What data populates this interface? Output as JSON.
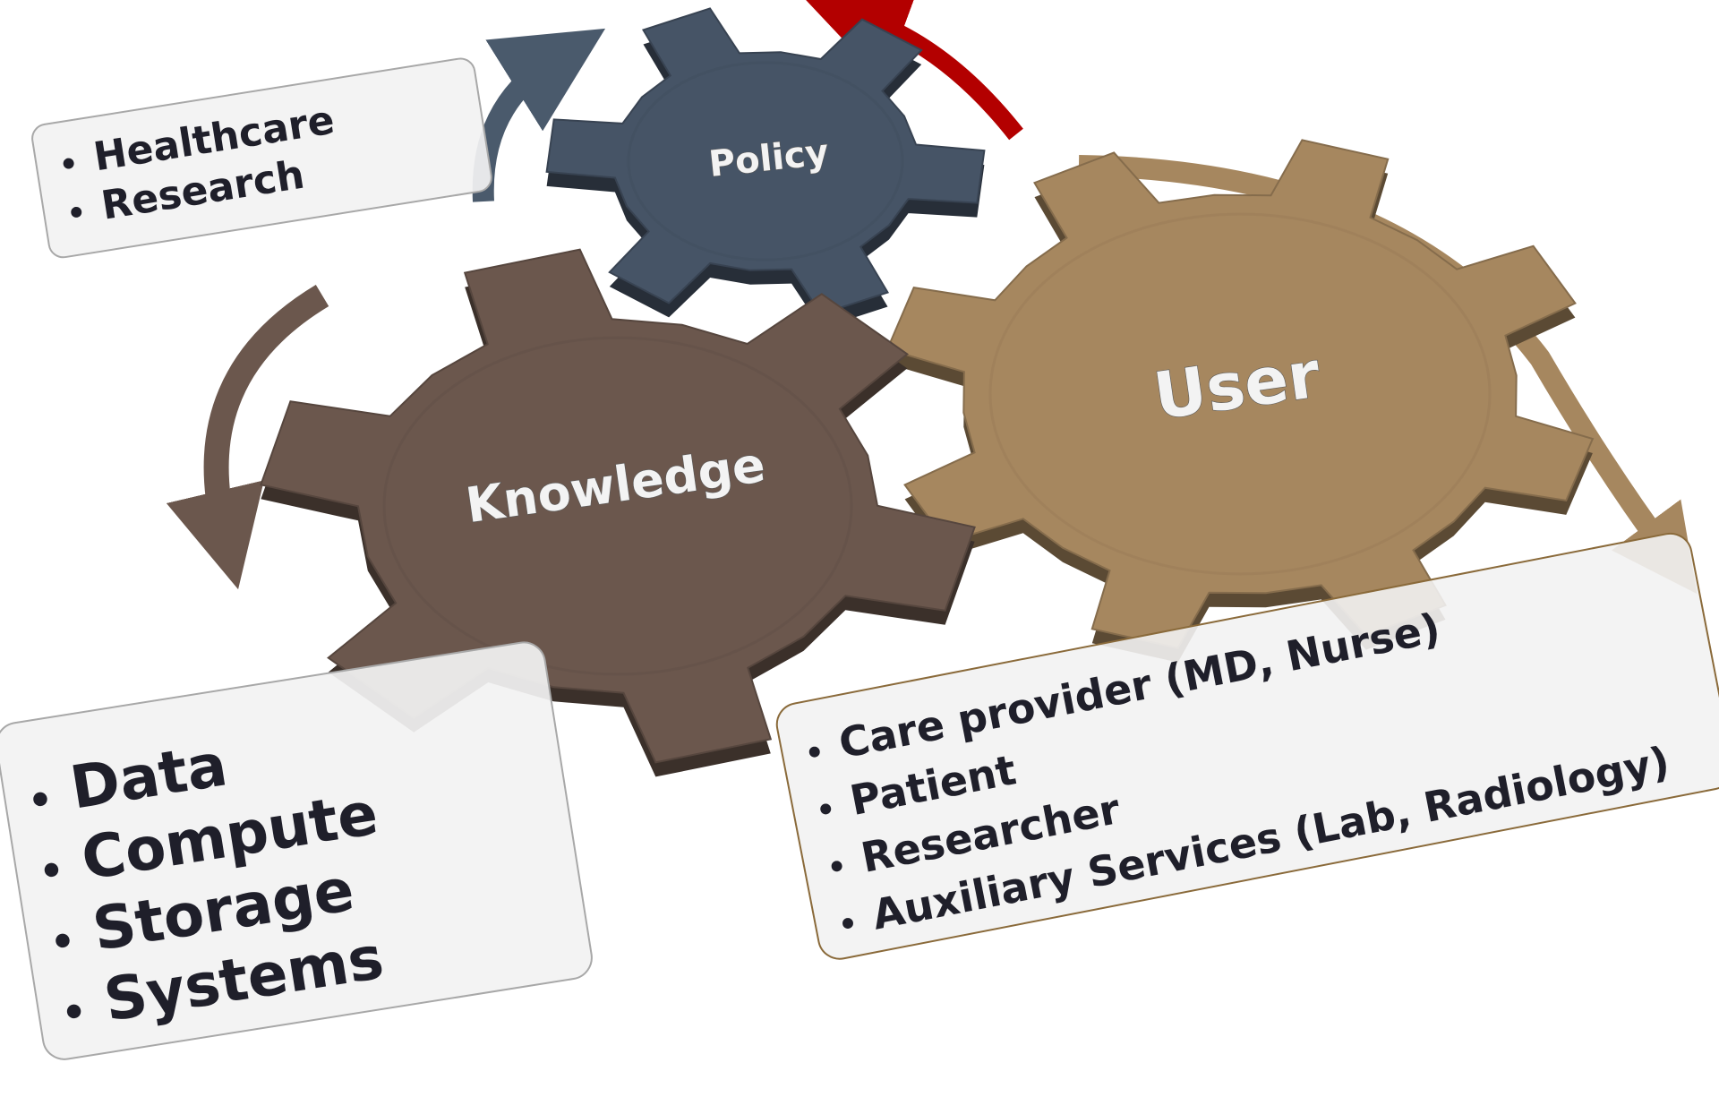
{
  "gears": {
    "policy": {
      "label": "Policy",
      "color": "#465466"
    },
    "knowledge": {
      "label": "Knowledge",
      "color": "#6b574d"
    },
    "user": {
      "label": "User",
      "color": "#a6875f"
    }
  },
  "arrows": {
    "policy_arrow_color": "#b30000",
    "healthcare_arrow_color": "#4a5a6c",
    "knowledge_arrow_color": "#6b574d",
    "user_arrow_color": "#a6875f"
  },
  "boxes": {
    "policy_box": {
      "items": [
        "Healthcare",
        "Research"
      ]
    },
    "knowledge_box": {
      "items": [
        "Data",
        "Compute",
        "Storage",
        "Systems"
      ]
    },
    "user_box": {
      "items": [
        "Care provider (MD, Nurse)",
        "Patient",
        "Researcher",
        "Auxiliary Services (Lab, Radiology)"
      ]
    }
  },
  "bullet": "•"
}
